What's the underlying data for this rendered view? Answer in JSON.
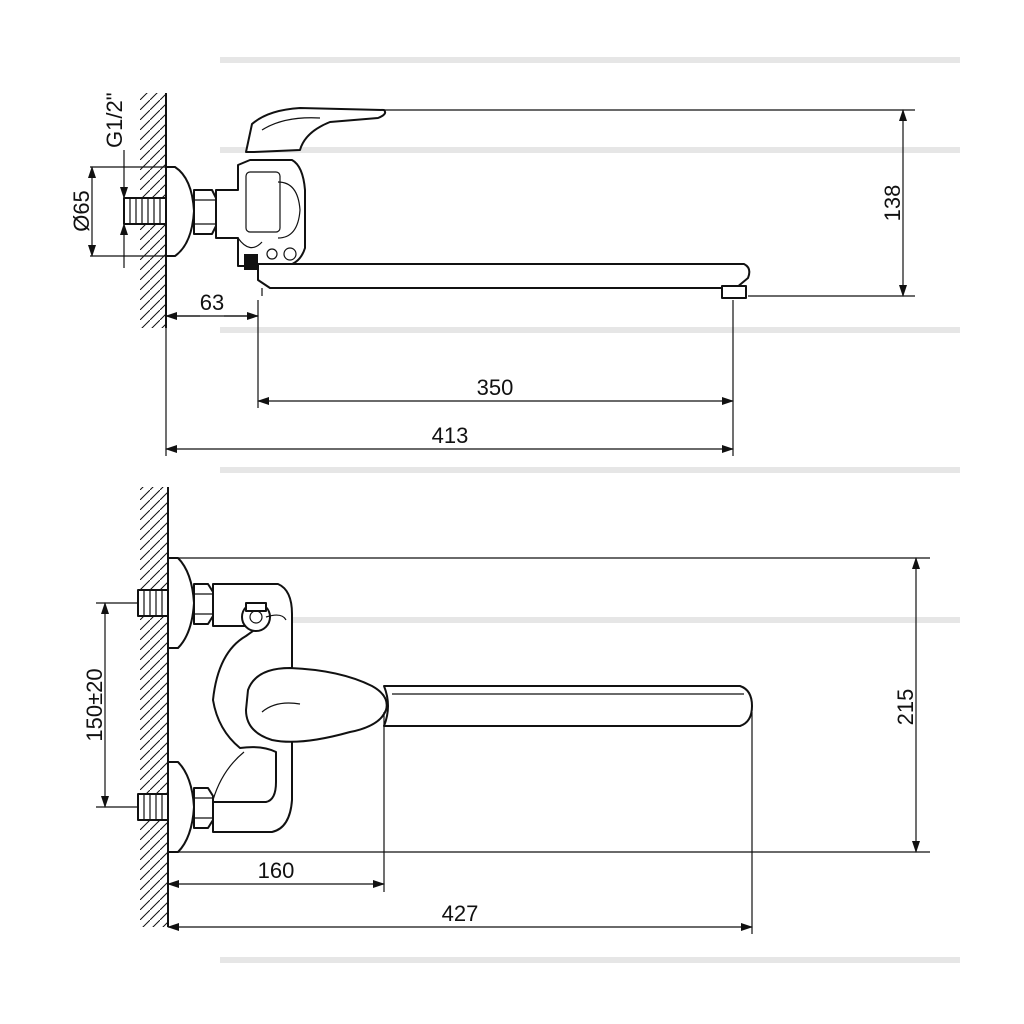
{
  "views": {
    "side": {
      "dims": {
        "thread": "G1/2\"",
        "diameter": "Ø65",
        "height": "138",
        "wall_offset": "63",
        "spout_reach": "350",
        "total_reach": "413"
      }
    },
    "top": {
      "dims": {
        "centers": "150±20",
        "height": "215",
        "lever_reach": "160",
        "total_length": "427"
      }
    }
  }
}
